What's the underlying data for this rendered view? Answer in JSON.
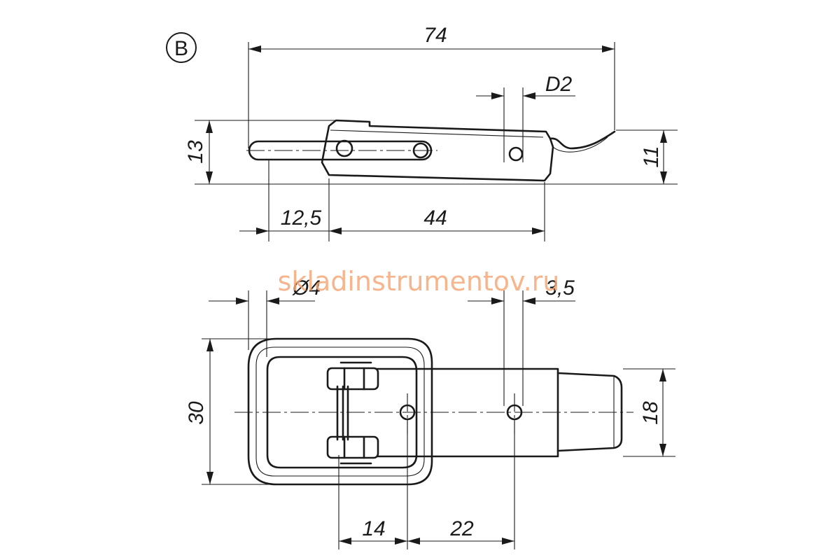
{
  "view_label": "B",
  "watermark": "skladinstrumentov.ru",
  "dimensions": {
    "overall_length": "74",
    "hole_d2": "D2",
    "height_13": "13",
    "height_11": "11",
    "offset_12_5": "12,5",
    "length_44": "44",
    "diameter_4": "Ø4",
    "hole_3_5": "3,5",
    "width_30": "30",
    "width_18": "18",
    "pitch_14": "14",
    "pitch_22": "22"
  }
}
